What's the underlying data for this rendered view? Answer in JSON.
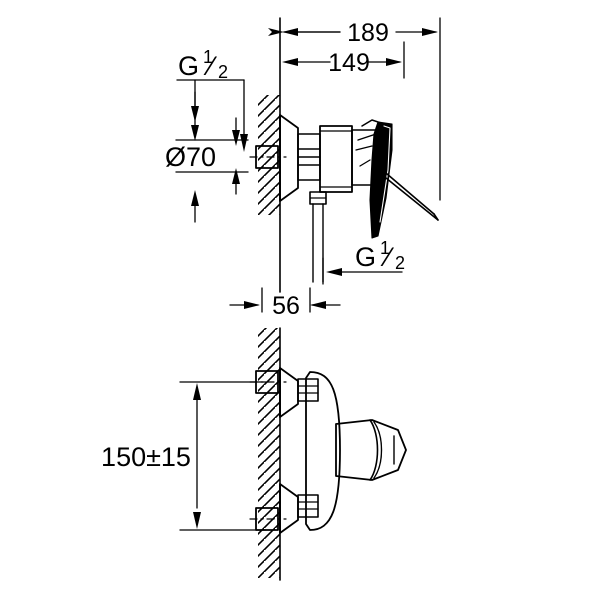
{
  "drawing": {
    "title": "Shower mixer installation dimension drawing",
    "units": "mm",
    "line_color": "#000000",
    "background": "#ffffff",
    "views": [
      {
        "name": "side-elevation-view",
        "position": "top"
      },
      {
        "name": "front-plan-view",
        "position": "bottom"
      }
    ]
  },
  "dimensions": {
    "overall_depth": "189",
    "body_depth": "149",
    "wall_plate_width": "56",
    "inlet_spacing_diameter": "Ø70",
    "mounting_height": "150±15"
  },
  "labels": {
    "thread_upper_G": "G",
    "thread_upper_num": "1",
    "thread_upper_den": "2",
    "thread_lower_G": "G",
    "thread_lower_num": "1",
    "thread_lower_den": "2"
  },
  "annotations": {
    "dim_189": "189",
    "dim_149": "149",
    "dim_56": "56",
    "dim_d70": "Ø70",
    "dim_150": "150±15"
  }
}
